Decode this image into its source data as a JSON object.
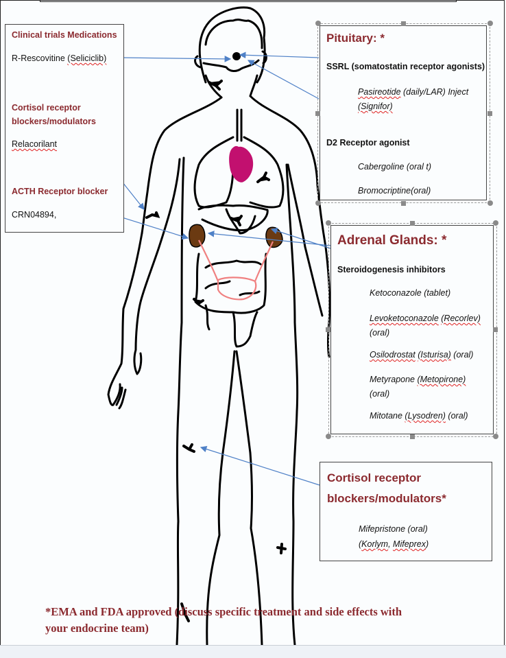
{
  "clinical_trials": {
    "heading": "Clinical trials Medications",
    "drug1_name": "R-Rescovitine",
    "drug1_alt": "(Seliciclib)",
    "cortisol_heading_line1": "Cortisol receptor",
    "cortisol_heading_line2": "blockers/modulators",
    "drug2": "Relacorilant",
    "acth_heading": "ACTH Receptor blocker",
    "drug3": "CRN04894,"
  },
  "pituitary": {
    "heading": "Pituitary: *",
    "ssrl_heading": "SSRL (somatostatin receptor agonists)",
    "pasireotide_name": "Pasireotide",
    "pasireotide_detail": " (daily/LAR) Inject",
    "pasireotide_brand": "(Signifor)",
    "d2_heading": "D2 Receptor agonist",
    "cabergoline": "Cabergoline (oral t)",
    "bromocriptine": "Bromocriptine(oral)"
  },
  "adrenal": {
    "heading": "Adrenal Glands: *",
    "subheading": "Steroidogenesis inhibitors",
    "ketoconazole": "Ketoconazole (tablet)",
    "levo_name": "Levoketoconazole",
    "levo_brand": "(Recorlev)",
    "levo_route": "(oral)",
    "osilo_name": "Osilodrostat",
    "osilo_brand": "(Isturisa)",
    "osilo_route": " (oral)",
    "metyrapone_name": "Metyrapone ",
    "metyrapone_brand": "(Metopirone)",
    "metyrapone_route": "(oral)",
    "mitotane_name": "Mitotane ",
    "mitotane_brand": "(Lysodren)",
    "mitotane_route": " (oral)"
  },
  "cortisol_approved": {
    "heading_line1": "Cortisol receptor",
    "heading_line2": "blockers/modulators*",
    "drug_line1": "Mifepristone (oral)",
    "drug_line2_open": "(",
    "brand1": "Korlym",
    "sep": ", ",
    "brand2": "Mifeprex",
    "drug_line2_close": ")"
  },
  "footnote": {
    "line1": "*EMA and FDA approved (discuss specific treatment and side effects with",
    "line2": "your endocrine team)"
  },
  "colors": {
    "heading_red": "#8b2a2f",
    "arrow_blue": "#4f81c7",
    "heart_magenta": "#c2106f",
    "adrenal_brown": "#6b3a12",
    "ureter_pink": "#f08080"
  }
}
